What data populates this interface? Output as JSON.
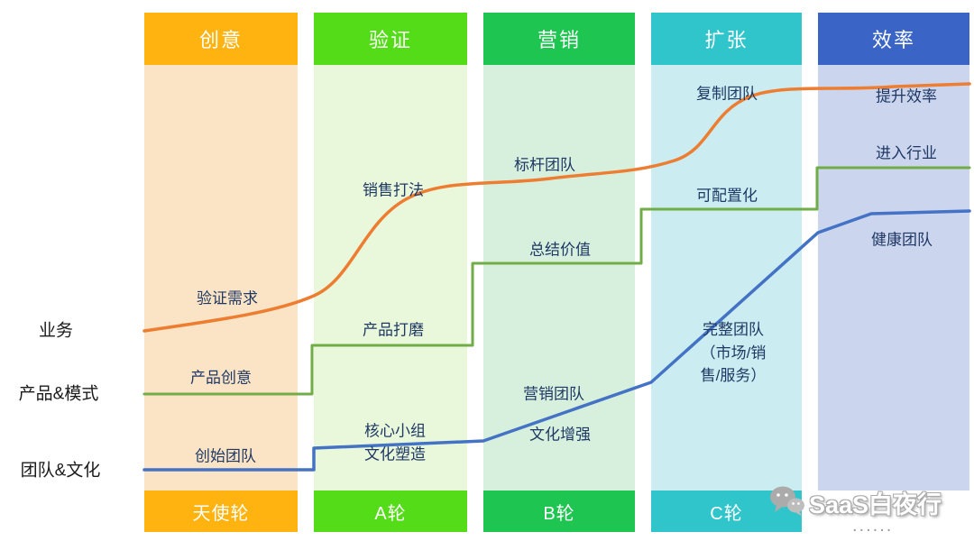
{
  "stages": [
    {
      "header": "创意",
      "footer": "天使轮"
    },
    {
      "header": "验证",
      "footer": "A轮"
    },
    {
      "header": "营销",
      "footer": "B轮"
    },
    {
      "header": "扩张",
      "footer": "C轮"
    },
    {
      "header": "效率",
      "footer": ""
    }
  ],
  "axis": {
    "business": "业务",
    "product": "产品&模式",
    "team": "团队&文化"
  },
  "annotations": {
    "business": [
      "验证需求",
      "销售打法",
      "标杆团队",
      "复制团队",
      "提升效率"
    ],
    "product": [
      "产品创意",
      "产品打磨",
      "总结价值",
      "可配置化",
      "进入行业"
    ],
    "team": [
      "创始团队",
      "核心小组\n文化塑造",
      "营销团队",
      "文化增强",
      "完整团队\n（市场/销\n售/服务）",
      "健康团队"
    ]
  },
  "watermark": {
    "brand": "SaaS白夜行",
    "dots": "......"
  },
  "colors": {
    "stage_headers": [
      "#FFB310",
      "#55DC19",
      "#1FC551",
      "#30C4CB",
      "#3A65C6"
    ],
    "stage_bodies": [
      "#FBE4C6",
      "#E9F8DB",
      "#D7F0DE",
      "#CBEDF2",
      "#CBD5EE"
    ],
    "line_business": "#ED7D31",
    "line_product": "#70AD47",
    "line_team": "#4472C4",
    "annotation_text": "#1F3864"
  }
}
